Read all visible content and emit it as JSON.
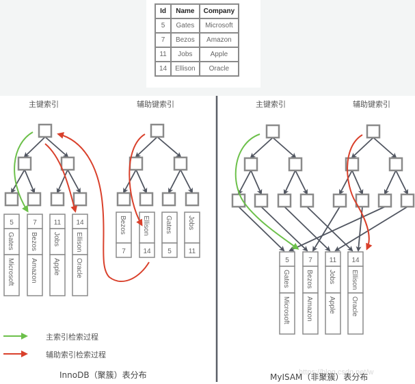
{
  "table": {
    "headers": [
      "Id",
      "Name",
      "Company"
    ],
    "rows": [
      [
        "5",
        "Gates",
        "Microsoft"
      ],
      [
        "7",
        "Bezos",
        "Amazon"
      ],
      [
        "11",
        "Jobs",
        "Apple"
      ],
      [
        "14",
        "Ellison",
        "Oracle"
      ]
    ]
  },
  "innodb": {
    "primary_label": "主键索引",
    "secondary_label": "辅助键索引",
    "caption": "InnoDB（聚簇）表分布",
    "primary_leaf_data": [
      {
        "id": "5",
        "name": "Gates",
        "company": "Microsoft"
      },
      {
        "id": "7",
        "name": "Bezos",
        "company": "Amazon"
      },
      {
        "id": "11",
        "name": "Jobs",
        "company": "Apple"
      },
      {
        "id": "14",
        "name": "Ellison",
        "company": "Oracle"
      }
    ],
    "secondary_leaf_data": [
      {
        "name": "Bezos",
        "id": "7"
      },
      {
        "name": "Ellison",
        "id": "14"
      },
      {
        "name": "Gates",
        "id": "5"
      },
      {
        "name": "Jobs",
        "id": "11"
      }
    ]
  },
  "myisam": {
    "primary_label": "主键索引",
    "secondary_label": "辅助键索引",
    "caption": "MyISAM（非聚簇）表分布",
    "rows": [
      {
        "id": "5",
        "name": "Gates",
        "company": "Microsoft"
      },
      {
        "id": "7",
        "name": "Bezos",
        "company": "Amazon"
      },
      {
        "id": "11",
        "name": "Jobs",
        "company": "Apple"
      },
      {
        "id": "14",
        "name": "Ellison",
        "company": "Oracle"
      }
    ]
  },
  "legend": [
    {
      "label": "主索引检索过程",
      "color": "#6cc04a"
    },
    {
      "label": "辅助索引检索过程",
      "color": "#d9402b"
    }
  ],
  "watermark": "https://blog.csdn.net/w",
  "colors": {
    "node_border": "#8a8a8a",
    "edge": "#505560",
    "primary_path": "#6cc04a",
    "secondary_path": "#d9402b",
    "divider": "#5a5e66"
  }
}
